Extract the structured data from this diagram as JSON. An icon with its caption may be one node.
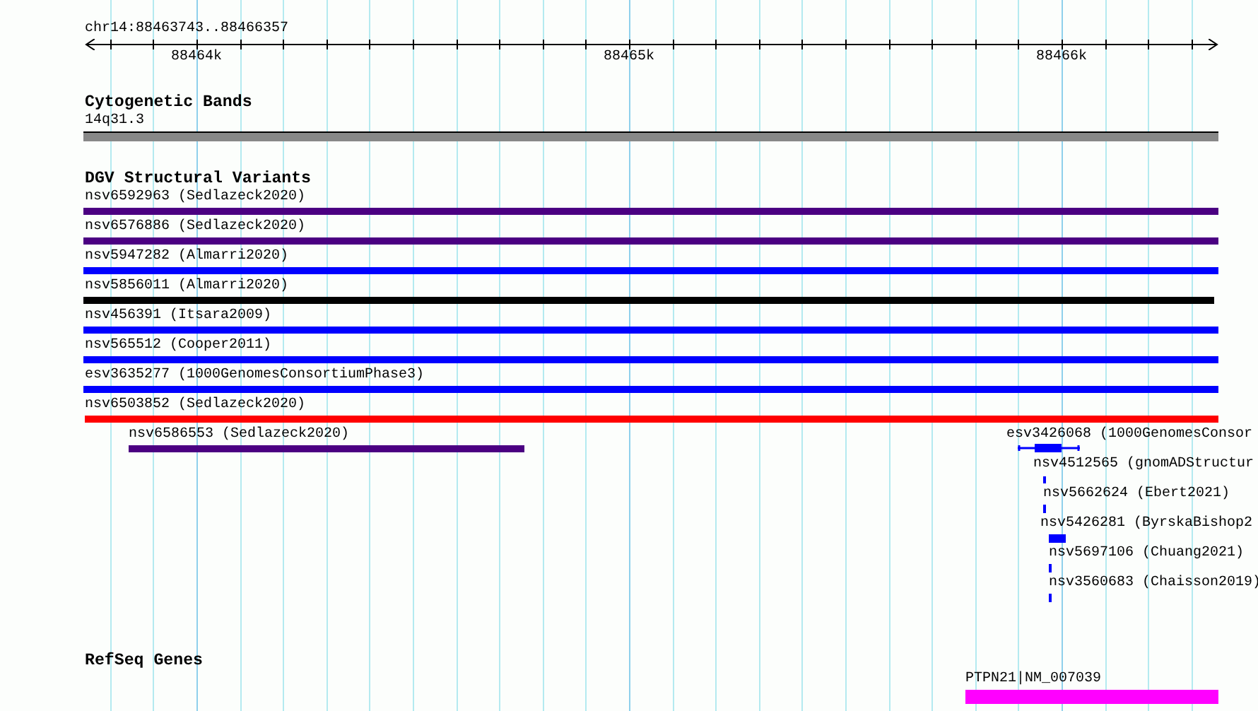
{
  "diagram": {
    "nodes": [
      {
        "text": [
          "14q31.3"
        ]
      },
      {
        "text": [
          "nsv6592963 (Sedlazeck2020)"
        ]
      },
      {
        "text": [
          "nsv6576886 (Sedlazeck2020)"
        ]
      },
      {
        "text": [
          "nsv5947282 (Almarri2020)"
        ]
      },
      {
        "text": [
          "nsv5856011 (Almarri2020)"
        ]
      },
      {
        "text": [
          "nsv456391 (Itsara2009)"
        ]
      },
      {
        "text": [
          "nsv565512 (Cooper2011)"
        ]
      },
      {
        "text": [
          "esv3635277 (1000GenomesConsortiumPhase3)"
        ]
      },
      {
        "text": [
          "nsv6503852 (Sedlazeck2020)"
        ]
      },
      {
        "text": [
          "nsv6586553 (Sedlazeck2020)"
        ]
      },
      {
        "text": [
          "esv3426068 (1000GenomesConsor"
        ]
      },
      {
        "text": [
          "nsv4512565 (gnomADStructur"
        ]
      },
      {
        "text": [
          "nsv5662624 (Ebert2021)"
        ]
      },
      {
        "text": [
          "nsv5426281 (ByrskaBishop2"
        ]
      },
      {
        "text": [
          "nsv5697106 (Chuang2021)"
        ]
      },
      {
        "text": [
          "nsv3560683 (Chaisson2019)"
        ]
      },
      {
        "text": [
          "PTPN21|NM_007039"
        ]
      }
    ],
    "edges": [],
    "labels": [
      "chr14:88463743..88466357",
      "88464k",
      "88465k",
      "88466k",
      "Cytogenetic Bands",
      "DGV Structural Variants",
      "RefSeq Genes"
    ]
  }
}
